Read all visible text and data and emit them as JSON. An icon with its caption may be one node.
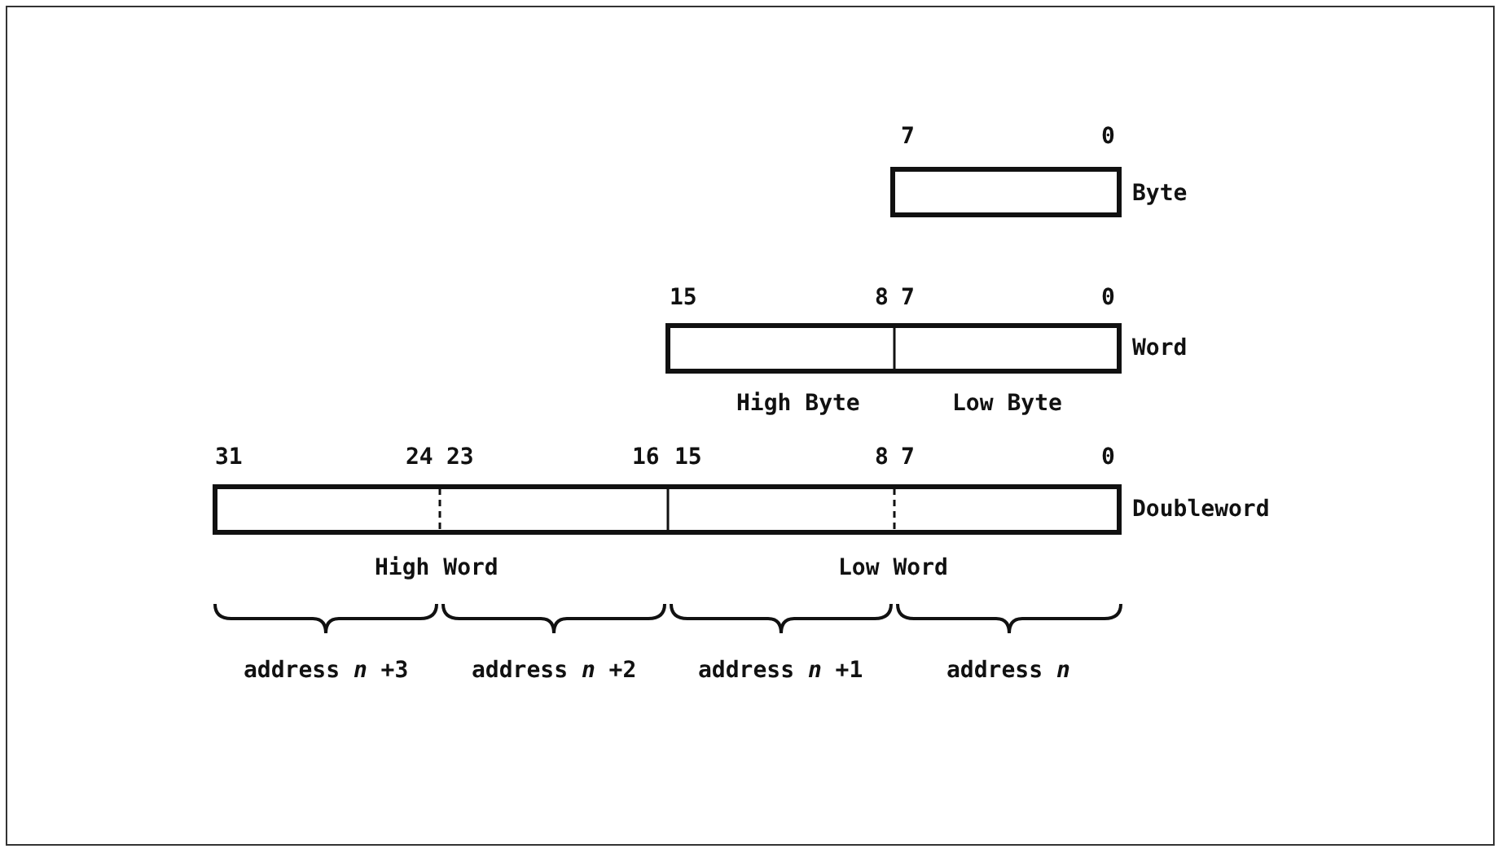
{
  "diagram": {
    "labels": [
      "7",
      "0",
      "Byte",
      "15",
      "8",
      "7",
      "0",
      "Word",
      "High Byte",
      "Low Byte",
      "31",
      "24",
      "23",
      "16",
      "15",
      "8",
      "7",
      "0",
      "Doubleword",
      "High Word",
      "Low Word",
      "address *n* +3",
      "address *n* +2",
      "address *n* +1",
      "address *n*"
    ]
  }
}
